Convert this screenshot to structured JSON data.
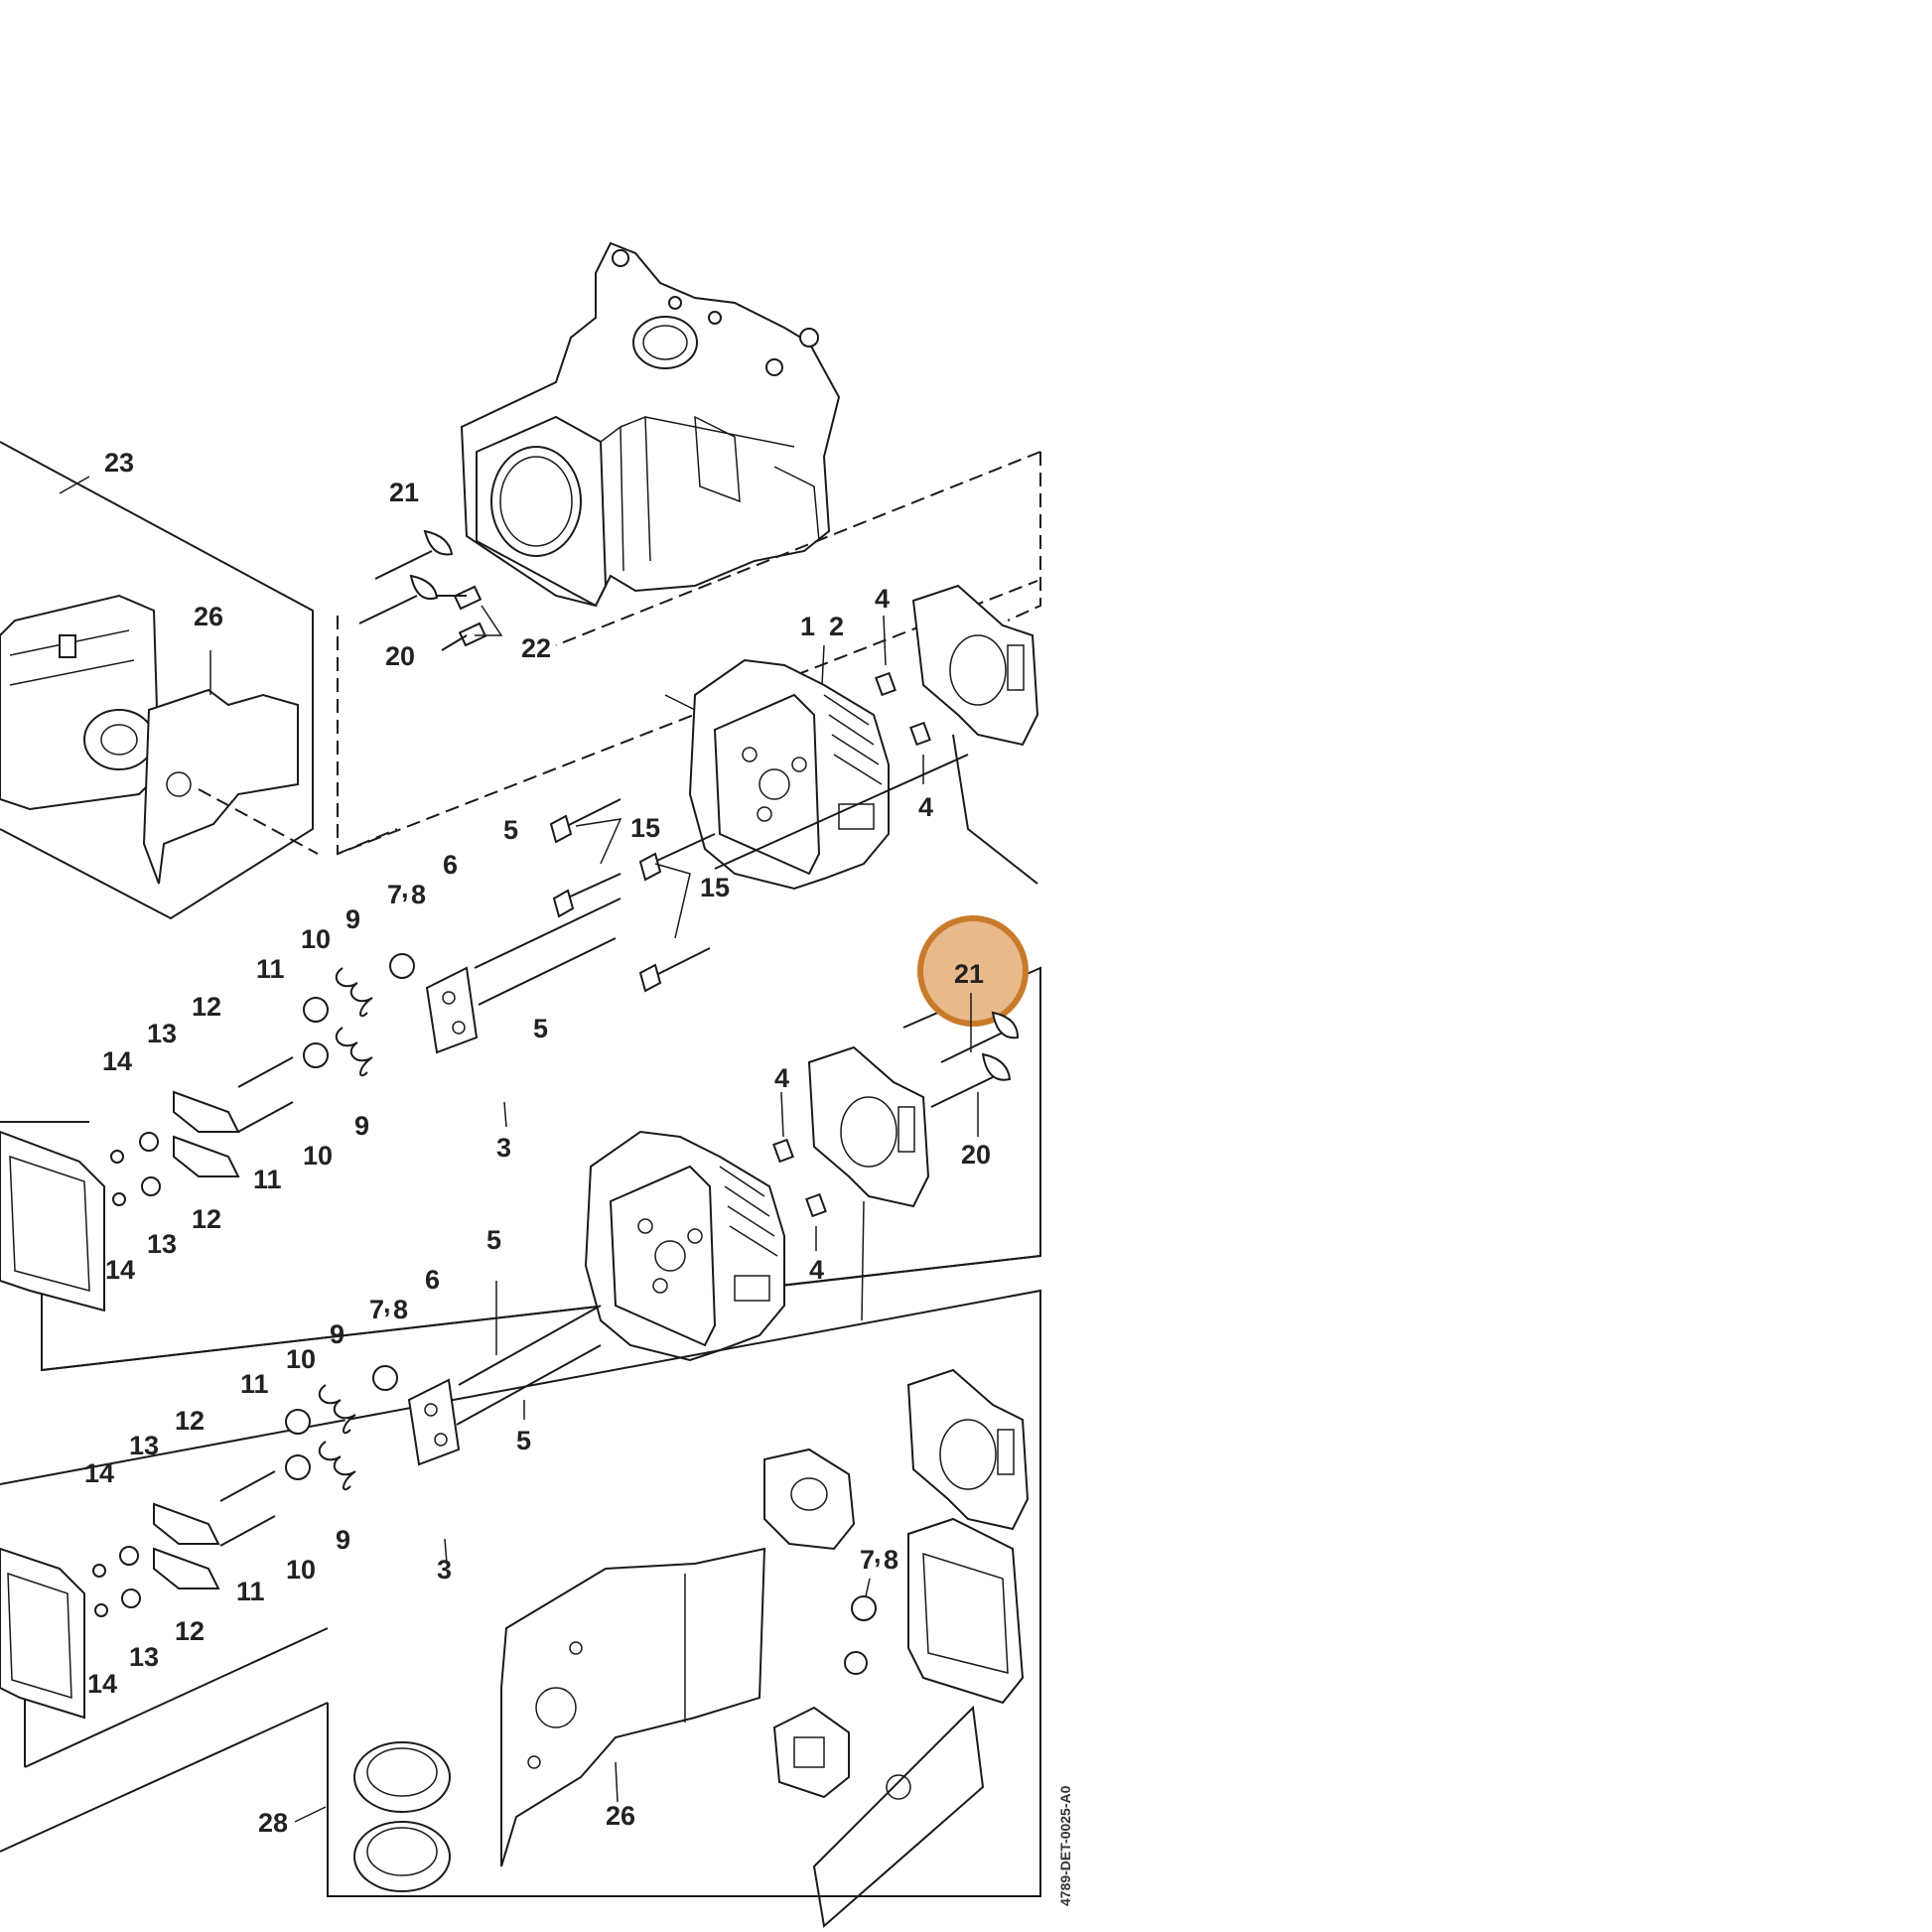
{
  "diagram": {
    "reference_code": "4789-DET-0025-A0",
    "highlight": {
      "part": "21",
      "color": "#c97a2b",
      "fill": "#e8b98a"
    },
    "callouts": {
      "c23": "23",
      "c26a": "26",
      "c21a": "21",
      "c20a": "20",
      "c22": "22",
      "c1": "1",
      "c2": "2",
      "c4a": "4",
      "c4b": "4",
      "c5a": "5",
      "c15a": "15",
      "c15b": "15",
      "c5b": "5",
      "c6a": "6",
      "c78a": "7",
      "c78b": "8",
      "c9a": "9",
      "c10a": "10",
      "c11a": "11",
      "c12a": "12",
      "c13a": "13",
      "c14a": "14",
      "c11b": "11",
      "c10b": "10",
      "c9b": "9",
      "c12b": "12",
      "c13b": "13",
      "c14b": "14",
      "c3a": "3",
      "c21b": "21",
      "c20b": "20",
      "c4c": "4",
      "c4d": "4",
      "c5c": "5",
      "c6b": "6",
      "c78c": "7",
      "c78d": "8",
      "c5d": "5",
      "c9c": "9",
      "c10c": "10",
      "c11c": "11",
      "c12c": "12",
      "c13c": "13",
      "c14c": "14",
      "c11d": "11",
      "c10d": "10",
      "c9d": "9",
      "c12d": "12",
      "c13d": "13",
      "c14d": "14",
      "c3b": "3",
      "c78e": "7",
      "c78f": "8",
      "c28": "28",
      "c26b": "26"
    }
  }
}
